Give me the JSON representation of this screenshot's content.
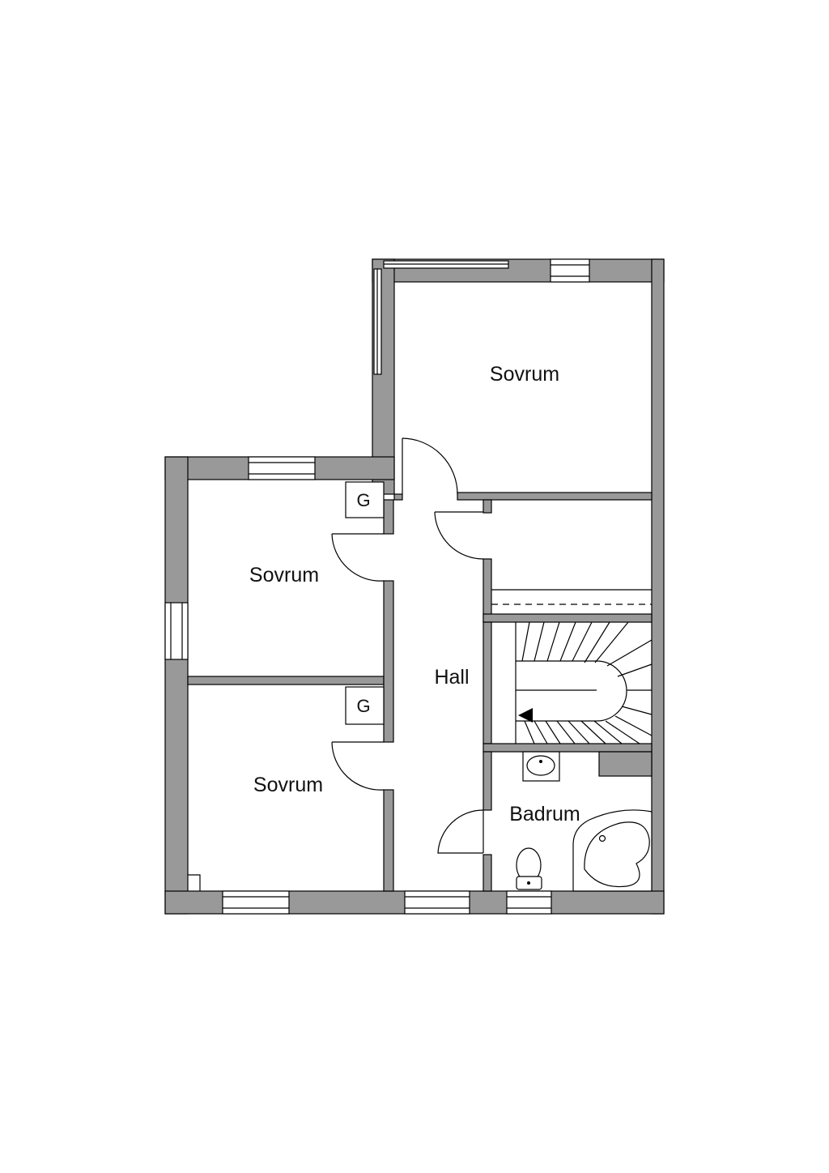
{
  "rooms": {
    "bedroom_top": "Sovrum",
    "bedroom_middle": "Sovrum",
    "bedroom_bottom": "Sovrum",
    "hall": "Hall",
    "bathroom": "Badrum"
  },
  "closets": {
    "closet_upper": "G",
    "closet_lower": "G"
  },
  "colors": {
    "wall": "#999999",
    "line": "#000000",
    "background": "#ffffff"
  }
}
